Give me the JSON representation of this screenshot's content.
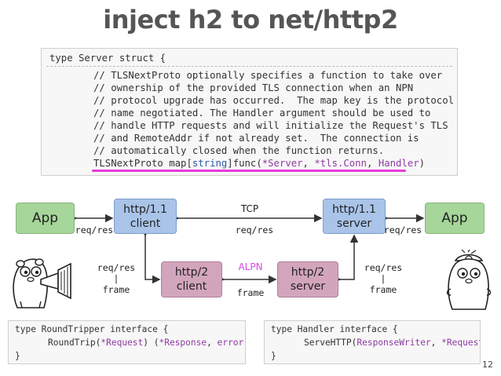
{
  "title": "inject h2 to net/http2",
  "server_struct": {
    "header": "type Server struct {",
    "comments": [
      "// TLSNextProto optionally specifies a function to take over",
      "// ownership of the provided TLS connection when an NPN",
      "// protocol upgrade has occurred.  The map key is the protocol",
      "// name negotiated. The Handler argument should be used to",
      "// handle HTTP requests and will initialize the Request's TLS",
      "// and RemoteAddr if not already set.  The connection is",
      "// automatically closed when the function returns."
    ],
    "field_line": {
      "name": "TLSNextProto",
      "map": " map[",
      "key": "string",
      "func": "]func(",
      "server": "*Server",
      "sep1": ", ",
      "conn": "*tls.Conn",
      "sep2": ", ",
      "handler": "Handler",
      "close": ")"
    }
  },
  "diagram": {
    "app_left": "App",
    "app_right": "App",
    "http11_client": "http/1.1\nclient",
    "http11_server": "http/1.1\nserver",
    "http2_client": "http/2\nclient",
    "http2_server": "http/2\nserver",
    "tcp": "TCP",
    "req_res_left": "req/res",
    "req_res_mid": "req/res",
    "req_res_right": "req/res",
    "req_res_frame_left": "req/res\n|\nframe",
    "req_res_frame_right": "req/res\n|\nframe",
    "alpn": "ALPN",
    "frame_mid": "frame"
  },
  "round_tripper": {
    "header": "type RoundTripper interface {",
    "method": "RoundTrip",
    "open": "(",
    "arg": "*Request",
    "mid": ") (",
    "ret1": "*Response",
    "comma": ", ",
    "ret2": "error",
    "close": ")",
    "end": "}"
  },
  "handler_iface": {
    "header": "type Handler interface {",
    "method": "ServeHTTP",
    "open": "(",
    "arg1": "ResponseWriter",
    "comma": ", ",
    "arg2": "*Request",
    "close": ")",
    "end": "}"
  },
  "page_number": "12",
  "colors": {
    "app_green": "#a6d69a",
    "http11_blue": "#a9c4e8",
    "http2_pink": "#d3a5bd",
    "alpn_magenta": "#d24adf",
    "highlight_underline": "#e83bd8"
  }
}
